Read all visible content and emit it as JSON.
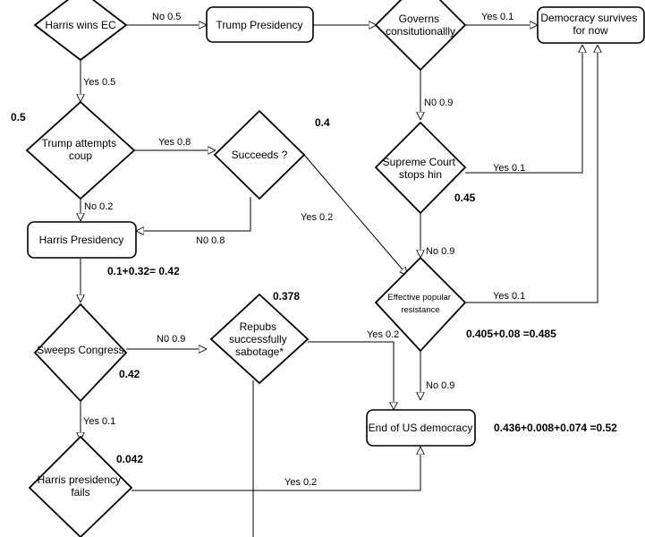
{
  "nodes": {
    "harris_wins_ec": "Harris wins EC",
    "trump_presidency": "Trump Presidency",
    "governs_constitutionally": [
      "Governs",
      "consitutionallly"
    ],
    "democracy_survives": [
      "Democracy survives",
      "for now"
    ],
    "trump_attempts_coup": [
      "Trump attempts",
      "coup"
    ],
    "succeeds": "Succeeds ?",
    "supreme_court": [
      "Supreme Court",
      "stops hin"
    ],
    "harris_presidency": "Harris Presidency",
    "effective_resistance": [
      "Effective popular",
      "resistance"
    ],
    "sweeps_congress": "Sweeps Congress",
    "repubs_sabotage": [
      "Repubs",
      "successfully",
      "sabotage*"
    ],
    "end_democracy": "End of US democracy",
    "harris_fails": [
      "Harris presidency",
      "fails"
    ]
  },
  "edges": {
    "harris_to_trump": "No 0.5",
    "harris_to_coup": "Yes 0.5",
    "governs_to_democracy": "Yes 0.1",
    "governs_to_court": "N0 0.9",
    "coup_to_succeeds": "Yes 0.8",
    "coup_to_harris_pres": "No 0.2",
    "succeeds_to_harris_pres": "N0 0.8",
    "succeeds_to_resistance": "Yes 0.2",
    "court_to_democracy": "Yes 0.1",
    "court_to_resistance": "No 0.9",
    "resistance_to_democracy": "Yes 0.1",
    "resistance_to_end": "No 0.9",
    "sweeps_to_repubs": "N0 0.9",
    "repubs_to_end": "Yes 0.2",
    "sweeps_to_fails": "Yes 0.1",
    "fails_to_end": "Yes 0.2"
  },
  "probabilities": {
    "p_coup": "0.5",
    "p_succeeds": "0.4",
    "p_court": "0.45",
    "p_harris_presidency": "0.1+0.32= 0.42",
    "p_repubs": "0.378",
    "p_resistance": "0.405+0.08 =0.485",
    "p_sweeps": "0.42",
    "p_end": "0.436+0.008+0.074 =0.52",
    "p_fails": "0.042"
  }
}
